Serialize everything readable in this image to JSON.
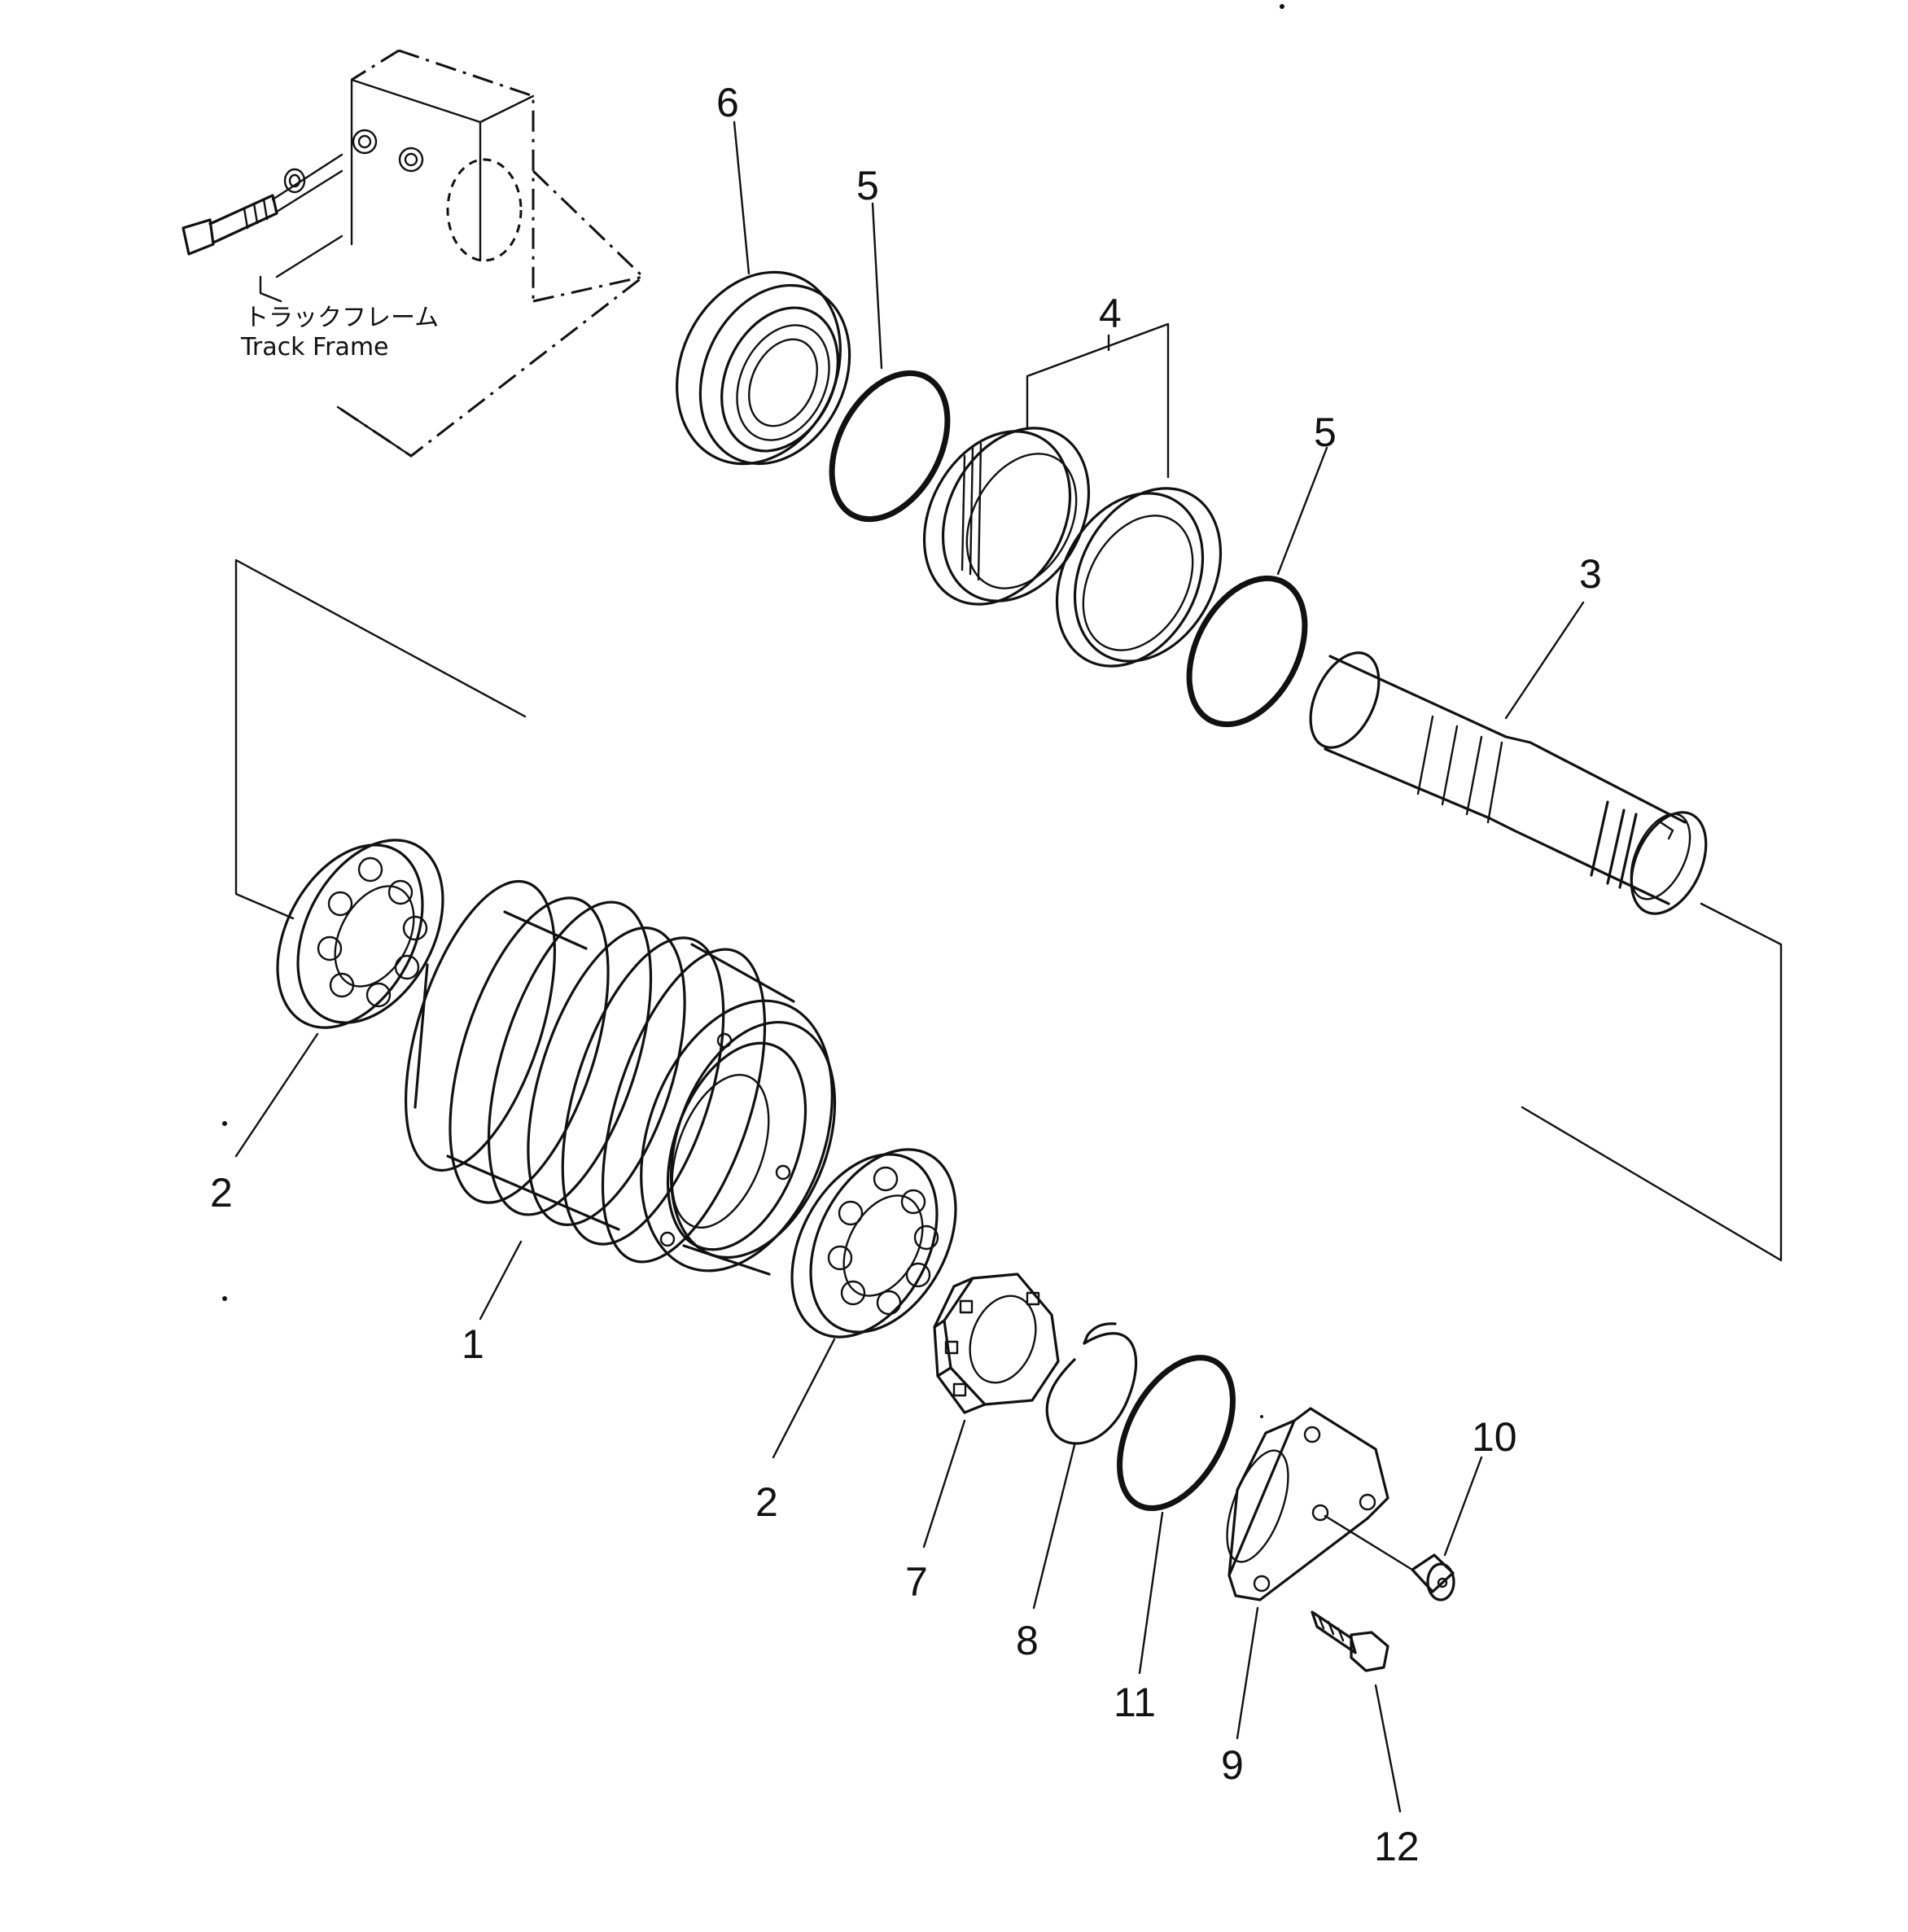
{
  "diagram": {
    "track_frame": {
      "label_jp": "トラックフレーム",
      "label_en": "Track  Frame"
    },
    "callouts": {
      "p1": "1",
      "p2a": "2",
      "p2b": "2",
      "p3": "3",
      "p4": "4",
      "p5a": "5",
      "p5b": "5",
      "p6": "6",
      "p7": "7",
      "p8": "8",
      "p9": "9",
      "p10": "10",
      "p11": "11",
      "p12": "12"
    }
  }
}
